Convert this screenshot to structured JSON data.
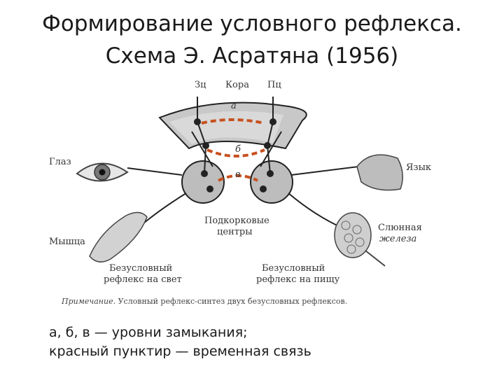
{
  "title": {
    "line1": "Формирование условного рефлекса.",
    "line2": "Схема Э. Асратяна (1956)"
  },
  "diagram": {
    "labels": {
      "cortex": "Кора",
      "zc": "Зц",
      "pc": "Пц",
      "level_a": "а",
      "level_b": "б",
      "level_v": "в",
      "eye": "Глаз",
      "tongue": "Язык",
      "muscle": "Мышца",
      "gland_line1": "Слюнная",
      "gland_line2": "железа",
      "subcortical_line1": "Подкорковые",
      "subcortical_line2": "центры",
      "reflex_light_line1": "Безусловный",
      "reflex_light_line2": "рефлекс на свет",
      "reflex_food_line1": "Безусловный",
      "reflex_food_line2": "рефлекс на пищу"
    },
    "note_prefix": "Примечание.",
    "note_text": " Условный рефлекс-синтез двух  безусловных рефлексов.",
    "colors": {
      "link": "#c8501e",
      "structure": "#b9b9b9",
      "outline": "#222222"
    }
  },
  "legend": {
    "line1": "а, б, в — уровни замыкания;",
    "line2": "красный пунктир — временная связь"
  }
}
